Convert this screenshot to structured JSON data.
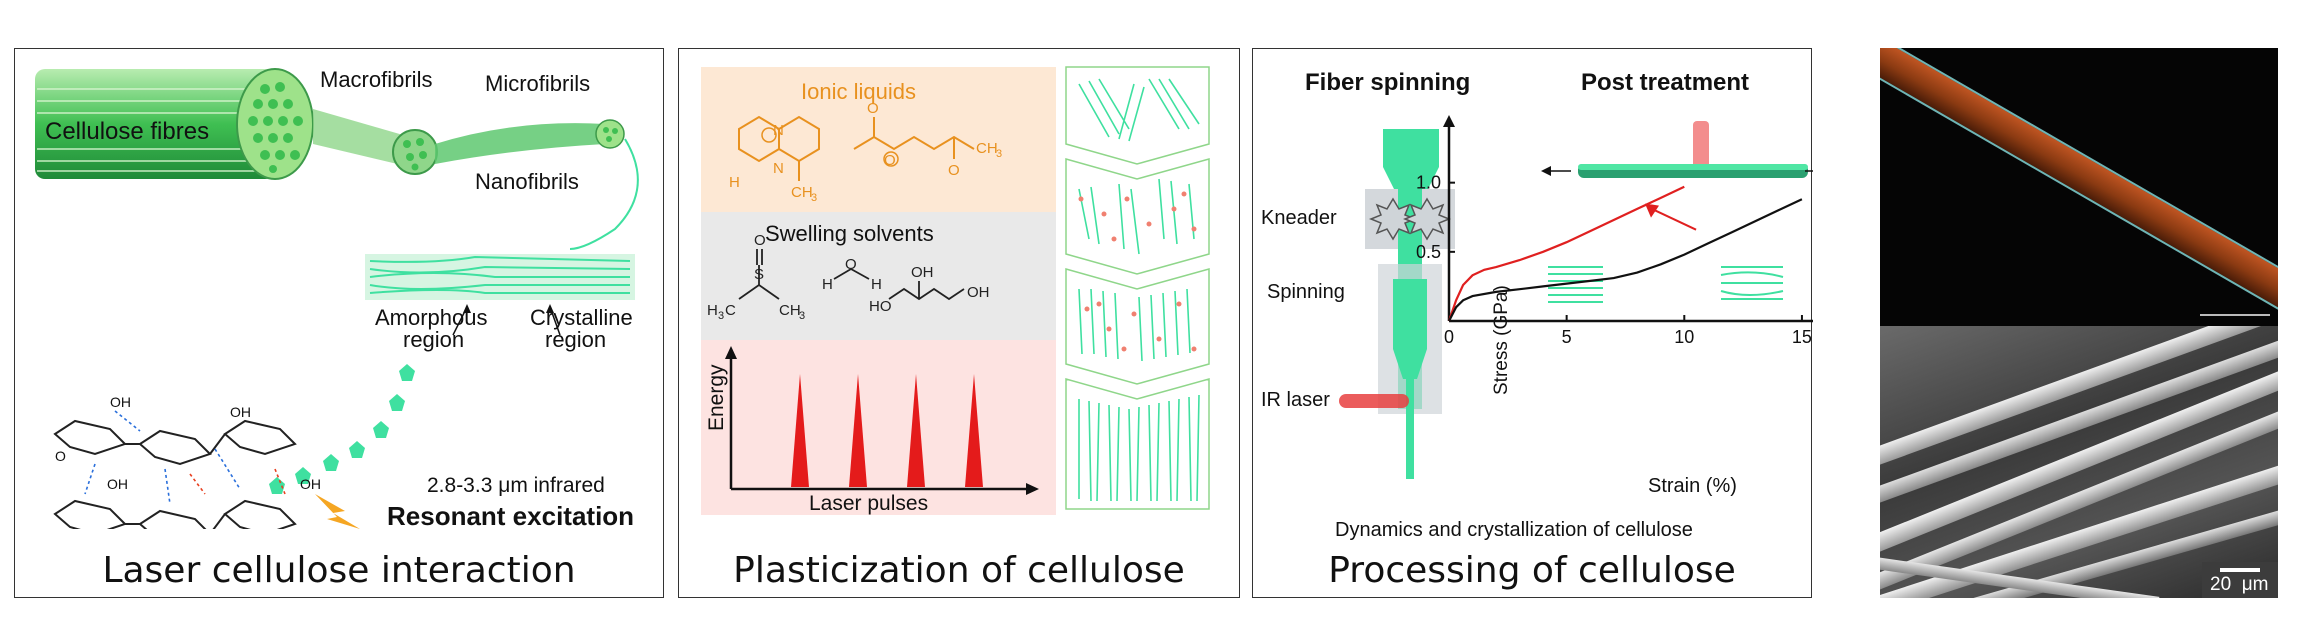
{
  "panel1": {
    "title": "Laser cellulose interaction",
    "labels": {
      "cellulose_fibres": "Cellulose fibres",
      "macrofibrils": "Macrofibrils",
      "microfibrils": "Microfibrils",
      "nanofibrils": "Nanofibrils",
      "amorphous_1": "Amorphous",
      "amorphous_2": "region",
      "crystalline_1": "Crystalline",
      "crystalline_2": "region",
      "infrared": "2.8-3.3 μm infrared",
      "resonant": "Resonant excitation",
      "oh": "OH",
      "o": "O"
    }
  },
  "panel2": {
    "title": "Plasticization of cellulose",
    "ionic_liquids": "Ionic liquids",
    "swelling_solvents": "Swelling solvents",
    "energy": "Energy",
    "laser_pulses": "Laser pulses",
    "chem": {
      "n": "N",
      "h": "H",
      "ch3": "CH",
      "three": "3",
      "o": "O",
      "s": "S",
      "oh": "OH",
      "ho": "HO",
      "h3c": "H",
      "c": "C"
    }
  },
  "panel3": {
    "title": "Processing of cellulose",
    "fiber_spinning": "Fiber spinning",
    "post_treatment": "Post treatment",
    "kneader": "Kneader",
    "spinning": "Spinning",
    "ir_laser": "IR laser",
    "caption": "Dynamics and crystallization of cellulose",
    "colors": {
      "accent": "#3fe0a0",
      "laser": "#e84040",
      "dark": "#222222"
    }
  },
  "chart_data": {
    "type": "line",
    "xlabel": "Strain (%)",
    "ylabel": "Stress (GPa)",
    "xticks": [
      "0",
      "5",
      "10",
      "15"
    ],
    "yticks": [
      "0.5",
      "1.0"
    ],
    "xlim": [
      0,
      17
    ],
    "ylim": [
      0,
      1.2
    ],
    "series": [
      {
        "color": "#e02020",
        "x": [
          0,
          0.3,
          0.6,
          1,
          1.5,
          2,
          3,
          4,
          5,
          6,
          7,
          8,
          9,
          10
        ],
        "y": [
          0,
          0.15,
          0.26,
          0.33,
          0.37,
          0.39,
          0.44,
          0.5,
          0.57,
          0.65,
          0.73,
          0.81,
          0.89,
          0.97
        ]
      },
      {
        "color": "#111111",
        "x": [
          0,
          0.3,
          0.6,
          1,
          2,
          3,
          4,
          5,
          6,
          7,
          8,
          9,
          10,
          11,
          12,
          13,
          14,
          15
        ],
        "y": [
          0,
          0.1,
          0.15,
          0.18,
          0.21,
          0.23,
          0.25,
          0.27,
          0.29,
          0.31,
          0.35,
          0.41,
          0.48,
          0.56,
          0.64,
          0.72,
          0.8,
          0.88
        ]
      }
    ]
  },
  "panel4": {
    "scale_bar": "20  μm"
  }
}
